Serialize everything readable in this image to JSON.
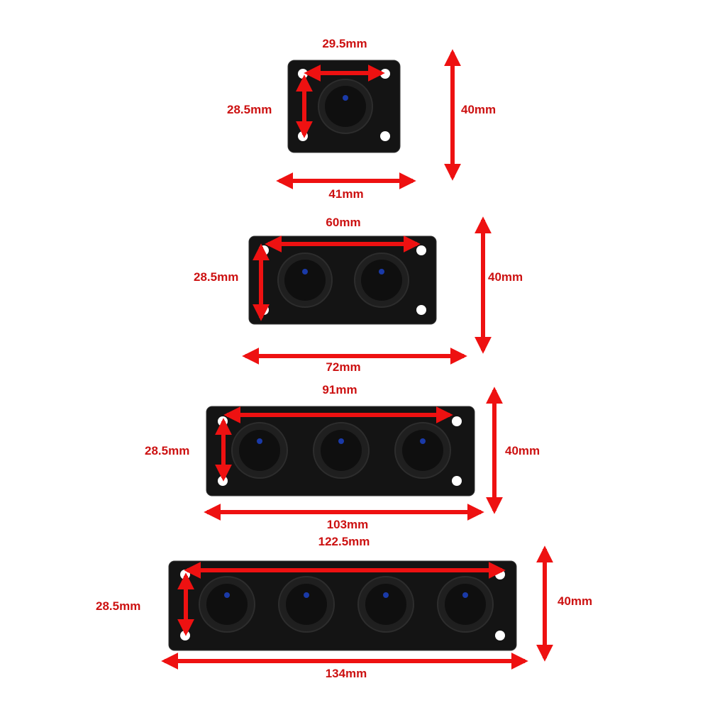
{
  "colors": {
    "panel": "#141414",
    "arrow": "#ee1111",
    "label": "#cc1111",
    "led": "#1a3aa8"
  },
  "icons": [
    "rocker-switch-icon",
    "led-indicator-icon",
    "mounting-hole-icon",
    "dimension-arrow-icon"
  ],
  "panels": [
    {
      "switch_count": 1,
      "hole_span": "29.5mm",
      "hole_height": "28.5mm",
      "panel_width": "41mm",
      "panel_height": "40mm"
    },
    {
      "switch_count": 2,
      "hole_span": "60mm",
      "hole_height": "28.5mm",
      "panel_width": "72mm",
      "panel_height": "40mm"
    },
    {
      "switch_count": 3,
      "hole_span": "91mm",
      "hole_height": "28.5mm",
      "panel_width": "103mm",
      "panel_height": "40mm"
    },
    {
      "switch_count": 4,
      "hole_span": "122.5mm",
      "hole_height": "28.5mm",
      "panel_width": "134mm",
      "panel_height": "40mm"
    }
  ]
}
